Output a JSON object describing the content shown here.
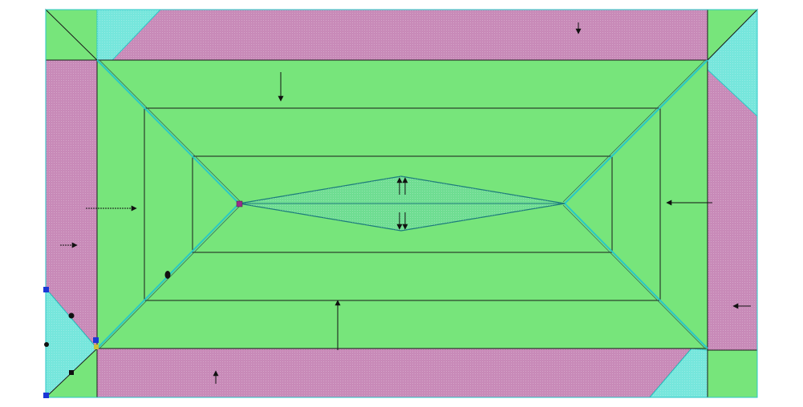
{
  "colors": {
    "background": "#ffffff",
    "slope_fill": "#77e57b",
    "eave_band_fill": "#c88ab8",
    "corner_fill": "#76e6dc",
    "outline": "#1a1a1a",
    "cyan_line": "#29c7c7",
    "handle_blue": "#1a37d6",
    "handle_magenta": "#9c2a8c",
    "handle_yellow": "#c9c23a"
  },
  "diagram": {
    "description_icons": {
      "arrow": "arrow-icon",
      "vertex_handle": "vertex-handle-icon",
      "dot": "dot-icon"
    },
    "flow_arrows": [
      {
        "name": "top-band-arrow",
        "direction": "down"
      },
      {
        "name": "top-slope-arrow",
        "direction": "down"
      },
      {
        "name": "left-slope-arrow",
        "direction": "right"
      },
      {
        "name": "left-band-arrow",
        "direction": "right"
      },
      {
        "name": "right-slope-arrow",
        "direction": "left"
      },
      {
        "name": "right-band-arrow",
        "direction": "left"
      },
      {
        "name": "bottom-slope-arrow",
        "direction": "up"
      },
      {
        "name": "bottom-band-arrow",
        "direction": "up"
      },
      {
        "name": "ridge-upper-arrow",
        "direction": "up"
      },
      {
        "name": "ridge-lower-arrow",
        "direction": "down"
      }
    ]
  }
}
